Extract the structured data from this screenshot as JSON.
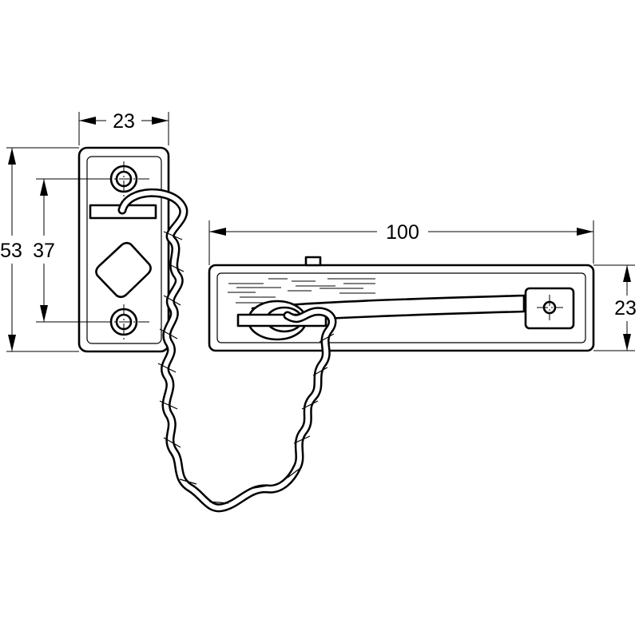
{
  "drawing": {
    "dimensions": {
      "plate_width": "23",
      "plate_height": "53",
      "hole_spacing": "37",
      "slide_length": "100",
      "slide_height": "23"
    }
  }
}
